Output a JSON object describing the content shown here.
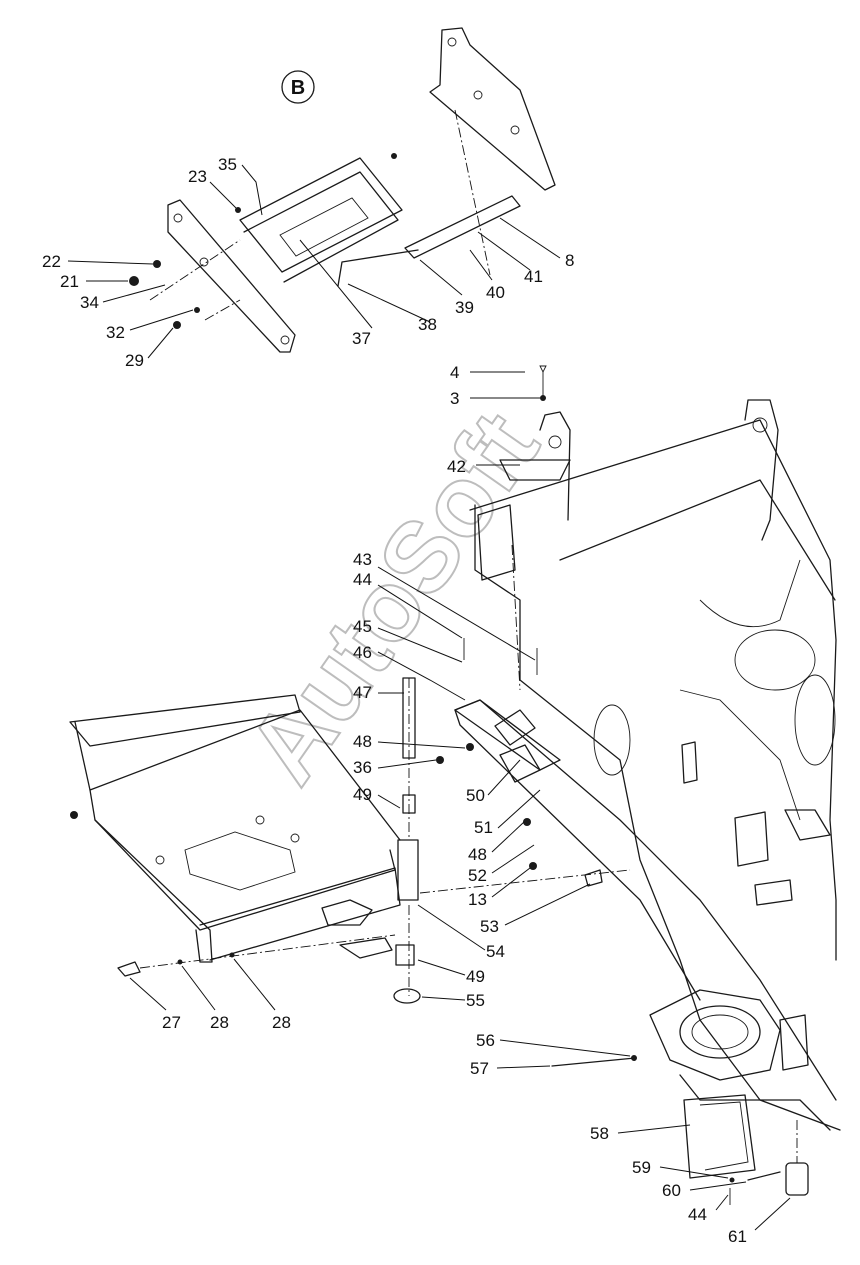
{
  "section_label": "B",
  "watermark": "AutoSoft",
  "callouts": [
    "22",
    "21",
    "34",
    "32",
    "29",
    "23",
    "35",
    "37",
    "38",
    "39",
    "40",
    "41",
    "8",
    "4",
    "3",
    "42",
    "43",
    "44",
    "45",
    "46",
    "47",
    "48",
    "36",
    "49",
    "50",
    "51",
    "48",
    "52",
    "13",
    "53",
    "54",
    "49",
    "55",
    "27",
    "28",
    "28",
    "56",
    "57",
    "58",
    "59",
    "60",
    "44",
    "61"
  ]
}
